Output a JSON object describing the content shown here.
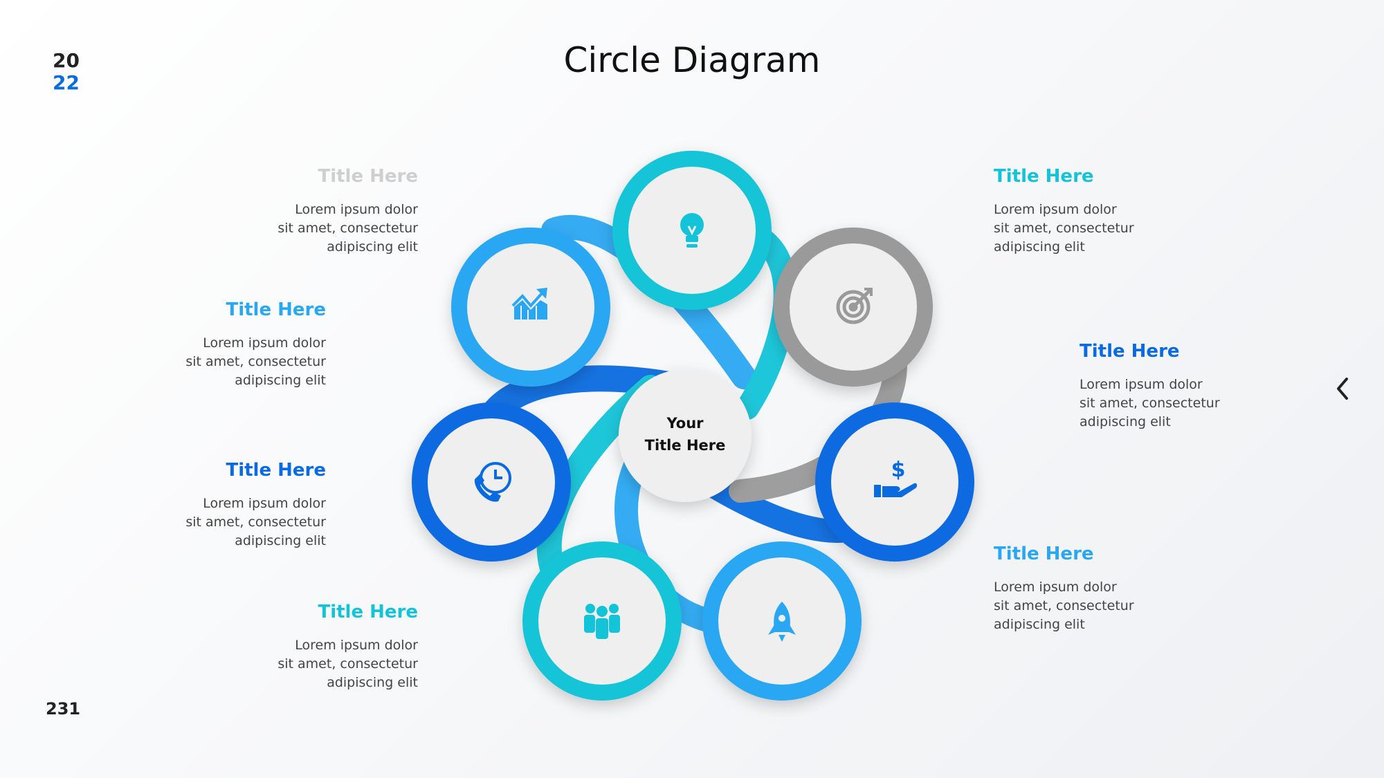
{
  "header": {
    "year_top": "20",
    "year_bottom": "22",
    "title": "Circle Diagram"
  },
  "footer": {
    "page_number": "231"
  },
  "colors": {
    "dark": "#222222",
    "year_accent": "#0a6be0",
    "cyan": "#13c4d8",
    "light_blue": "#2aa7f2",
    "royal_blue": "#0a6be0",
    "gray": "#9a9a9a",
    "faded_title": "#cfcfcf",
    "node_fill": "#efefef"
  },
  "center": {
    "line1": "Your",
    "line2": "Title Here"
  },
  "nodes": [
    {
      "icon": "lightbulb-icon",
      "ring_color": "#13c4d8"
    },
    {
      "icon": "target-icon",
      "ring_color": "#9a9a9a"
    },
    {
      "icon": "money-hand-icon",
      "ring_color": "#0a6be0"
    },
    {
      "icon": "rocket-icon",
      "ring_color": "#2aa7f2"
    },
    {
      "icon": "team-icon",
      "ring_color": "#13c4d8"
    },
    {
      "icon": "phone-clock-icon",
      "ring_color": "#0a6be0"
    },
    {
      "icon": "growth-chart-icon",
      "ring_color": "#2aa7f2"
    }
  ],
  "labels": [
    {
      "title": "Title Here",
      "body": "Lorem ipsum dolor\nsit amet, consectetur\nadipiscing elit",
      "color": "#cfcfcf"
    },
    {
      "title": "Title Here",
      "body": "Lorem ipsum dolor\nsit amet, consectetur\nadipiscing elit",
      "color": "#2aa7f2"
    },
    {
      "title": "Title Here",
      "body": "Lorem ipsum dolor\nsit amet, consectetur\nadipiscing elit",
      "color": "#0a6be0"
    },
    {
      "title": "Title Here",
      "body": "Lorem ipsum dolor\nsit amet, consectetur\nadipiscing elit",
      "color": "#13c4d8"
    },
    {
      "title": "Title Here",
      "body": "Lorem ipsum dolor\nsit amet, consectetur\nadipiscing elit",
      "color": "#13c4d8"
    },
    {
      "title": "Title Here",
      "body": "Lorem ipsum dolor\nsit amet, consectetur\nadipiscing elit",
      "color": "#0a6be0"
    },
    {
      "title": "Title Here",
      "body": "Lorem ipsum dolor\nsit amet, consectetur\nadipiscing elit",
      "color": "#2aa7f2"
    }
  ],
  "nav": {
    "prev_icon": "chevron-left-icon"
  }
}
